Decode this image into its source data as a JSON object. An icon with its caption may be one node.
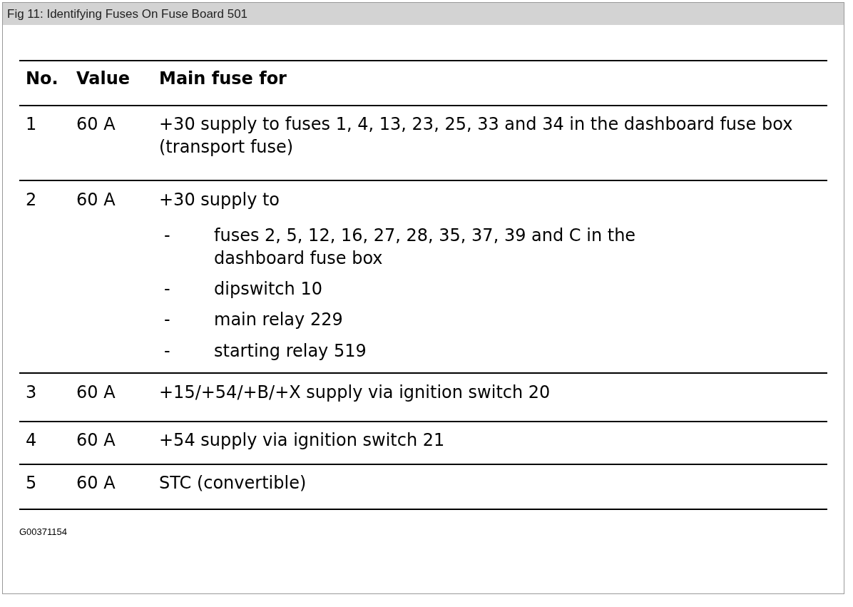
{
  "diagram": {
    "title": "Fig 11: Identifying Fuses On Fuse Board 501",
    "labels": [
      "No.",
      "Value",
      "Main fuse for",
      "1",
      "60 A",
      "+30 supply to fuses 1, 4, 13, 23, 25, 33 and 34 in the dashboard fuse box (transport fuse)",
      "2",
      "60 A",
      "+30 supply to",
      "-",
      "fuses 2, 5, 12, 16, 27, 28, 35, 37, 39 and C in the dashboard fuse box",
      "-",
      "dipswitch 10",
      "-",
      "main relay 229",
      "-",
      "starting relay 519",
      "3",
      "60 A",
      "+15/+54/+B/+X supply via ignition switch 20",
      "4",
      "60 A",
      "+54 supply via ignition switch 21",
      "5",
      "60 A",
      "STC (convertible)",
      "G00371154"
    ]
  }
}
